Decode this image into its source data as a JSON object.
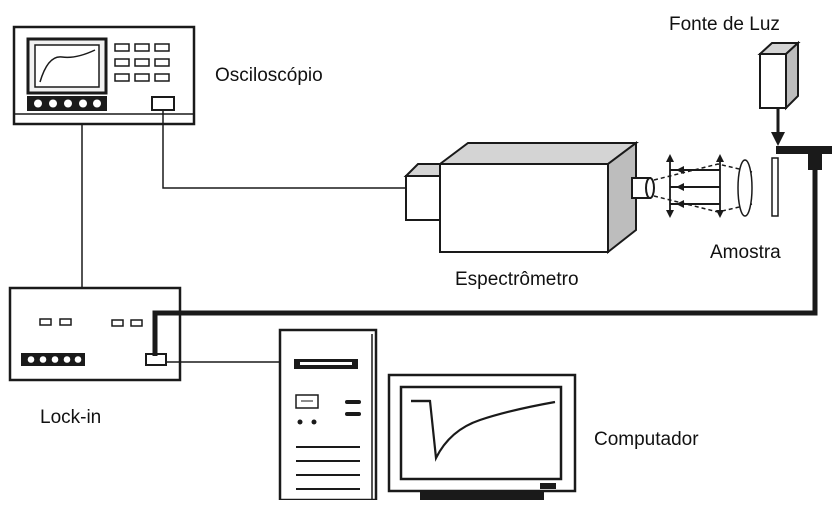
{
  "labels": {
    "light_source": "Fonte de Luz",
    "oscilloscope": "Osciloscópio",
    "sample": "Amostra",
    "spectrometer": "Espectrômetro",
    "lockin": "Lock-in",
    "computer": "Computador"
  },
  "colors": {
    "line": "#1a1a1a",
    "panel": "#ffffff",
    "screen_fill": "#f2f2f2",
    "shading": "#d4d4d4",
    "text": "#111111"
  },
  "icons": [
    "oscilloscope-icon",
    "light-source-icon",
    "spectrometer-icon",
    "lens-icon",
    "lockin-icon",
    "computer-tower-icon",
    "monitor-icon"
  ]
}
